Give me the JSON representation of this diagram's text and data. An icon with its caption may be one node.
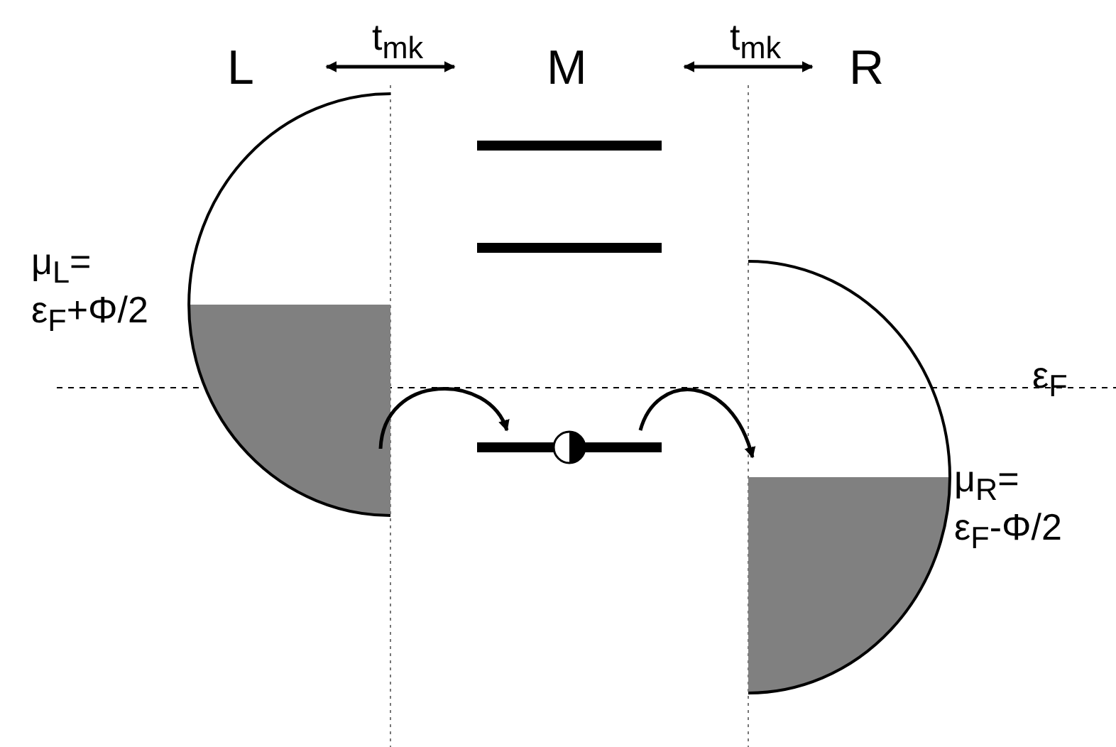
{
  "diagram": {
    "nodes": [
      {
        "text": [],
        "shape": "semicircle",
        "beside": [
          "μ$_{L}$= ε$_{F}$+Φ/2"
        ]
      },
      {
        "text": [],
        "shape": "bar"
      },
      {
        "text": [],
        "shape": "bar"
      },
      {
        "text": [],
        "shape": "bar"
      },
      {
        "text": [],
        "shape": "semicircle",
        "beside": [
          "μ$_{R}$= ε$_{F}$-Φ/2"
        ]
      }
    ],
    "edges": [
      {
        "from": 0,
        "to": 3,
        "arrow": "to"
      },
      {
        "from": 3,
        "to": 4,
        "arrow": "to"
      }
    ],
    "labels": [
      "L",
      "t$_{mk}$",
      "M",
      "t$_{mk}$",
      "R",
      "ε$_{F}$"
    ]
  }
}
